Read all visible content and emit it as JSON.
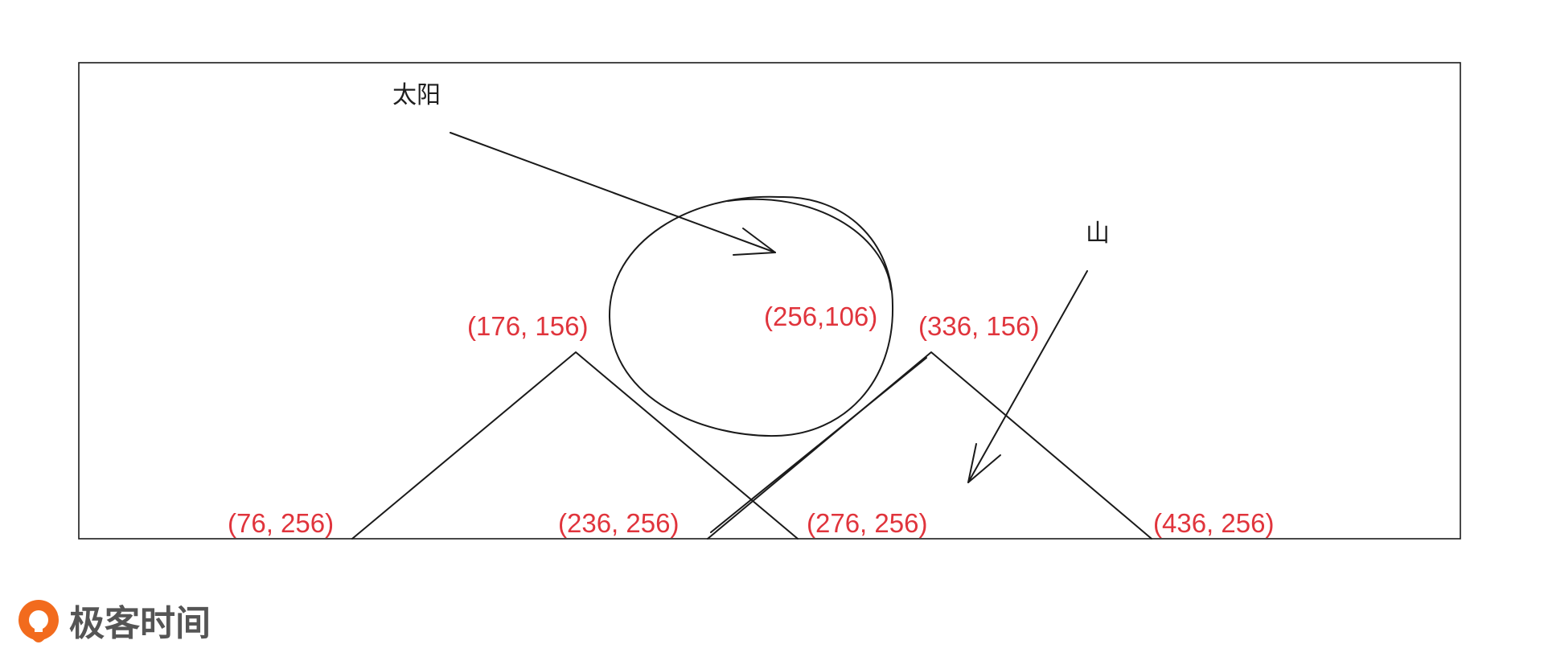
{
  "labels": {
    "sun": "太阳",
    "mountain": "山"
  },
  "points": {
    "sun_center": "(256,106)",
    "peak_left": "(176, 156)",
    "peak_right": "(336, 156)",
    "base_1": "(76, 256)",
    "base_2": "(236, 256)",
    "base_3": "(276, 256)",
    "base_4": "(436, 256)"
  },
  "brand": {
    "name": "极客时间"
  },
  "colors": {
    "line": "#1a1a1a",
    "coordinate_text": "#e0343c",
    "brand_orange": "#f26b1d",
    "brand_text": "#555555"
  }
}
